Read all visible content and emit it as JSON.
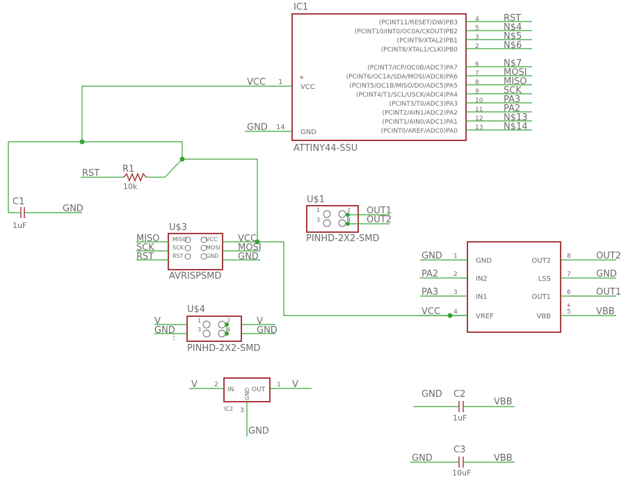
{
  "ic1": {
    "name": "IC1",
    "value": "ATTINY44-SSU",
    "left_pins": [
      {
        "num": "1",
        "net": "VCC",
        "func": "VCC"
      },
      {
        "num": "14",
        "net": "GND",
        "func": "GND"
      }
    ],
    "right_pins": [
      {
        "func": "(PCINT11/RESET/DW)PB3",
        "num": "4",
        "net": "RST"
      },
      {
        "func": "(PCINT10/INT0/OC0A/CKOUT)PB2",
        "num": "5",
        "net": "N$4"
      },
      {
        "func": "(PCINT9/XTAL2)PB1",
        "num": "3",
        "net": "N$5"
      },
      {
        "func": "(PCINT8/XTAL1/CLKI)PB0",
        "num": "2",
        "net": "N$6"
      },
      {
        "func": "(PCINT7/ICP/OC0B/ADC7)PA7",
        "num": "6",
        "net": "N$7"
      },
      {
        "func": "(PCINT6/OC1A/SDA/MOSI/ADC6)PA6",
        "num": "7",
        "net": "MOSI"
      },
      {
        "func": "(PCINT5/OC1B/MISO/DO/ADC5)PA5",
        "num": "8",
        "net": "MISO"
      },
      {
        "func": "(PCINT4/T1/SCL/USCK/ADC4)PA4",
        "num": "9",
        "net": "SCK"
      },
      {
        "func": "(PCINT3/T0/ADC3)PA3",
        "num": "10",
        "net": "PA3"
      },
      {
        "func": "(PCINT2/AIN1/ADC2)PA2",
        "num": "11",
        "net": "PA2"
      },
      {
        "func": "(PCINT1/AIN0/ADC1)PA1",
        "num": "12",
        "net": "N$13"
      },
      {
        "func": "(PCINT0/AREF/ADC0)PA0",
        "num": "13",
        "net": "N$14"
      }
    ]
  },
  "r1": {
    "name": "R1",
    "value": "10k",
    "net": "RST"
  },
  "c1": {
    "name": "C1",
    "value": "1uF",
    "net": "GND"
  },
  "us3": {
    "name": "U$3",
    "value": "AVRISPSMD",
    "left_labels": [
      "MISO",
      "SCK",
      "RST"
    ],
    "right_labels": [
      "VCC",
      "MOSI",
      "GND"
    ],
    "left_nets": [
      "MISO",
      "SCK",
      "RST"
    ],
    "right_nets": [
      "VCC",
      "MOSI",
      "GND"
    ]
  },
  "us1": {
    "name": "U$1",
    "value": "PINHD-2X2-SMD",
    "pins": [
      "1",
      "2",
      "3",
      "4"
    ],
    "nets": [
      "OUT1",
      "OUT2"
    ]
  },
  "us4": {
    "name": "U$4",
    "value": "PINHD-2X2-SMD",
    "pins": [
      "1",
      "2",
      "3",
      "4"
    ],
    "left_nets": [
      "V",
      "GND"
    ],
    "right_nets": [
      "V",
      "GND"
    ]
  },
  "driver": {
    "left_pins": [
      {
        "num": "1",
        "func": "GND",
        "net": "GND"
      },
      {
        "num": "2",
        "func": "IN2",
        "net": "PA2"
      },
      {
        "num": "3",
        "func": "IN1",
        "net": "PA3"
      },
      {
        "num": "4",
        "func": "VREF",
        "net": "VCC"
      }
    ],
    "right_pins": [
      {
        "func": "OUT2",
        "num": "8",
        "net": "OUT2"
      },
      {
        "func": "LSS",
        "num": "7",
        "net": "GND"
      },
      {
        "func": "OUT1",
        "num": "6",
        "net": "OUT1"
      },
      {
        "func": "VBB",
        "num": "5",
        "net": "VBB"
      }
    ]
  },
  "ic2": {
    "name": "IC2",
    "in_label": "IN",
    "out_label": "OUT",
    "gnd_label": "GND",
    "in_num": "2",
    "out_num": "1",
    "gnd_num": "3",
    "in_net": "V",
    "out_net": "V",
    "gnd_net": "GND"
  },
  "c2": {
    "name": "C2",
    "value": "1uF",
    "left_net": "GND",
    "right_net": "VBB"
  },
  "c3": {
    "name": "C3",
    "value": "10uF",
    "left_net": "GND",
    "right_net": "VBB"
  },
  "colors": {
    "wire": "#36a336",
    "part": "#a53a3f",
    "text": "#6b6b6b"
  }
}
